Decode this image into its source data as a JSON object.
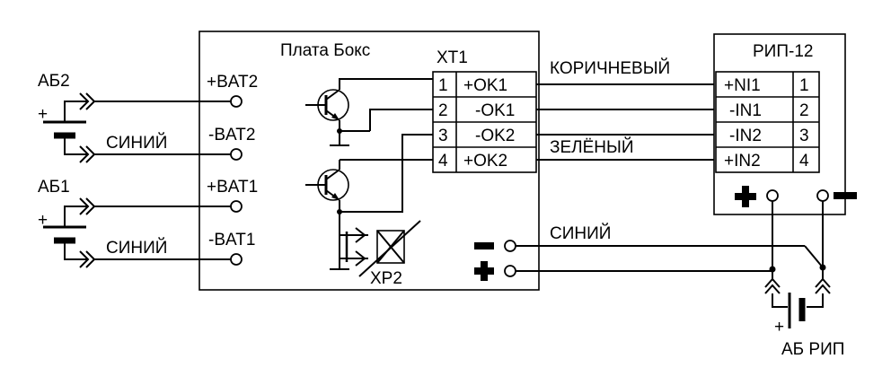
{
  "board": {
    "title": "Плата Бокс"
  },
  "xt1": {
    "title": "XT1",
    "rows": [
      {
        "num": "1",
        "label": "+OK1"
      },
      {
        "num": "2",
        "label": "-OK1"
      },
      {
        "num": "3",
        "label": "-OK2"
      },
      {
        "num": "4",
        "label": "+OK2"
      }
    ]
  },
  "terminals": [
    "+BAT2",
    "-BAT2",
    "+BAT1",
    "-BAT1"
  ],
  "batteries": {
    "ab2": "АБ2",
    "ab1": "АБ1",
    "abrip": "АБ РИП",
    "plus": "+"
  },
  "wires": {
    "blue1": "СИНИЙ",
    "blue2": "СИНИЙ",
    "blue3": "СИНИЙ",
    "brown": "КОРИЧНЕВЫЙ",
    "green": "ЗЕЛЁНЫЙ"
  },
  "xp2": "XP2",
  "rip": {
    "title": "РИП-12",
    "rows": [
      {
        "label": "+NI1",
        "num": "1"
      },
      {
        "label": "-IN1",
        "num": "2"
      },
      {
        "label": "-IN2",
        "num": "3"
      },
      {
        "label": "+IN2",
        "num": "4"
      }
    ]
  }
}
